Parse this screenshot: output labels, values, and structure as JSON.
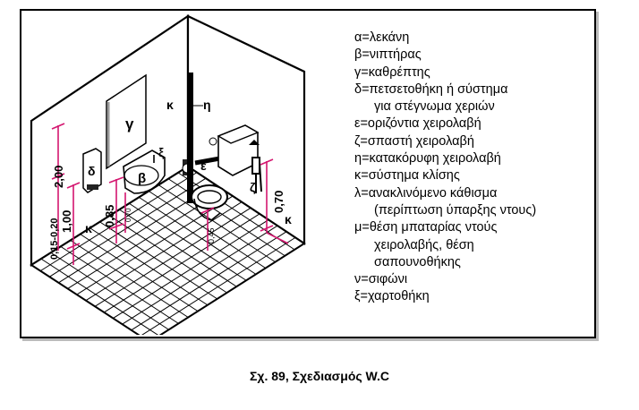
{
  "drawing_labels": {
    "mirror": "γ",
    "basin": "β",
    "dryer": "δ",
    "paper_holder": "ξ",
    "horizontal_bar": "ε",
    "vertical_bar": "η",
    "alarm_left": "κ",
    "alarm_right": "κ",
    "alarm_floor": "κ",
    "hinged_bar": "ζ",
    "dim_height_2": "2,00",
    "dim_height_1": "1,00",
    "dim_low": "0,15-0,20",
    "dim_basin": "0,85",
    "dim_basin_under": "0,70",
    "dim_seat": "0,45",
    "dim_bar": "0,70"
  },
  "legend": [
    {
      "text": "α=λεκάνη"
    },
    {
      "text": "β=νιπτήρας"
    },
    {
      "text": "γ=καθρέπτης"
    },
    {
      "text": "δ=πετσετοθήκη ή σύστημα"
    },
    {
      "text": "για στέγνωμα χεριών",
      "cont": true
    },
    {
      "text": "ε=οριζόντια χειρολαβή"
    },
    {
      "text": "ζ=σπαστή χειρολαβή"
    },
    {
      "text": "η=κατακόρυφη χειρολαβή"
    },
    {
      "text": "κ=σύστημα  κλίσης"
    },
    {
      "text": "λ=ανακλινόμενο κάθισμα"
    },
    {
      "text": "(περίπτωση ύπαρξης ντους)",
      "cont": true
    },
    {
      "text": "μ=θέση μπαταρίας ντούς"
    },
    {
      "text": "χειρολαβής, θέση",
      "cont": true
    },
    {
      "text": "σαπουνοθήκης",
      "cont": true
    },
    {
      "text": "ν=σιφώνι"
    },
    {
      "text": "ξ=χαρτοθήκη"
    }
  ],
  "caption": "Σχ. 89, Σχεδιασμός W.C",
  "colors": {
    "dimension": "#d4166f",
    "ink": "#000000",
    "background": "#ffffff"
  }
}
